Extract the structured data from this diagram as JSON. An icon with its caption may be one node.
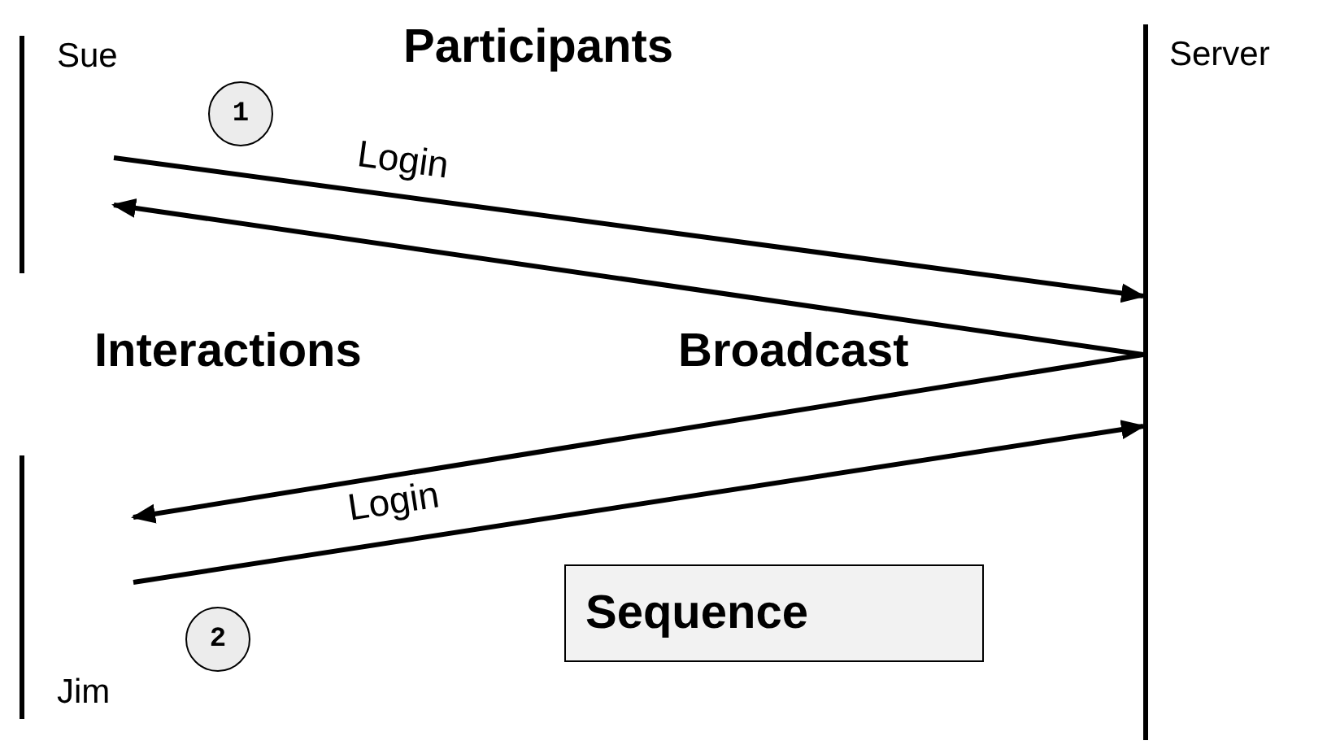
{
  "diagram": {
    "nodes": [
      {
        "text": [
          "Sue"
        ]
      },
      {
        "text": [
          "Server"
        ]
      },
      {
        "text": [
          "Jim"
        ]
      },
      {
        "text": [
          "1"
        ]
      },
      {
        "text": [
          "2"
        ]
      },
      {
        "text": [
          "Sequence"
        ]
      }
    ],
    "edges": [
      {
        "from": 0,
        "to": 1,
        "arrow": "to",
        "label": "Login"
      },
      {
        "from": 1,
        "to": 0,
        "arrow": "to"
      },
      {
        "from": 1,
        "to": 2,
        "arrow": "to"
      },
      {
        "from": 2,
        "to": 1,
        "arrow": "to",
        "label": "Login"
      }
    ],
    "labels": [
      "Participants",
      "Interactions",
      "Broadcast"
    ]
  }
}
